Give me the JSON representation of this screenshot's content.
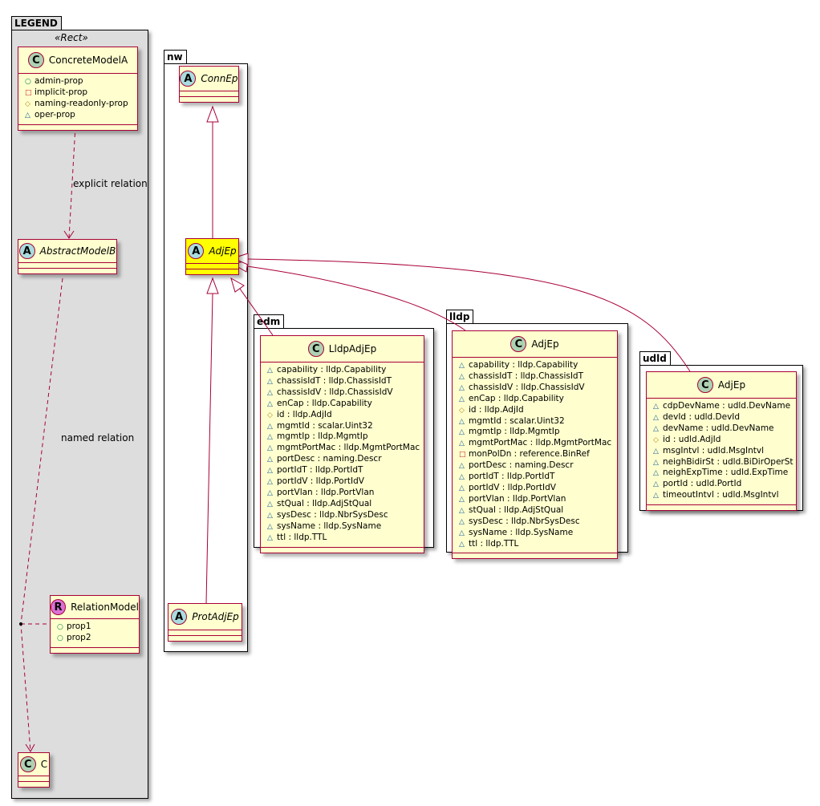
{
  "colors": {
    "border": "#a80036",
    "class_fill": "#fefece",
    "highlight": "#ffff00",
    "legend_bg": "#dddddd",
    "class_icon": "#add1b2",
    "abstract_icon": "#a9dcdf",
    "relation_icon": "#da70d6",
    "vis_oper": "#1963a0",
    "vis_naming": "#b38d22",
    "vis_implicit": "#c82930",
    "vis_admin": "#038048"
  },
  "visibility_icons": {
    "admin": "○",
    "implicit": "□",
    "naming": "◇",
    "oper": "△"
  },
  "legend": {
    "title": "LEGEND",
    "stereotype": "«Rect»",
    "explicit_relation": "explicit relation",
    "named_relation": "named relation",
    "concrete": {
      "icon": "C",
      "name": "ConcreteModelA",
      "members": [
        {
          "vis": "admin",
          "text": "admin-prop"
        },
        {
          "vis": "implicit",
          "text": "implicit-prop"
        },
        {
          "vis": "naming",
          "text": "naming-readonly-prop"
        },
        {
          "vis": "oper",
          "text": "oper-prop"
        }
      ]
    },
    "abstract": {
      "icon": "A",
      "name": "AbstractModelB",
      "members": []
    },
    "relation": {
      "icon": "R",
      "name": "RelationModel",
      "members": [
        {
          "vis": "admin",
          "text": "prop1"
        },
        {
          "vis": "admin",
          "text": "prop2"
        }
      ]
    },
    "c": {
      "icon": "C",
      "name": "C",
      "members": []
    }
  },
  "packages": {
    "nw": {
      "title": "nw",
      "connep": {
        "icon": "A",
        "name": "ConnEp",
        "members": []
      },
      "adjep": {
        "icon": "A",
        "name": "AdjEp",
        "members": []
      },
      "protadjep": {
        "icon": "A",
        "name": "ProtAdjEp",
        "members": []
      }
    },
    "edm": {
      "title": "edm",
      "cls": {
        "icon": "C",
        "name": "LldpAdjEp",
        "members": [
          {
            "vis": "oper",
            "text": "capability : lldp.Capability"
          },
          {
            "vis": "oper",
            "text": "chassisIdT : lldp.ChassisIdT"
          },
          {
            "vis": "oper",
            "text": "chassisIdV : lldp.ChassisIdV"
          },
          {
            "vis": "oper",
            "text": "enCap : lldp.Capability"
          },
          {
            "vis": "naming",
            "text": "id : lldp.AdjId"
          },
          {
            "vis": "oper",
            "text": "mgmtId : scalar.Uint32"
          },
          {
            "vis": "oper",
            "text": "mgmtIp : lldp.MgmtIp"
          },
          {
            "vis": "oper",
            "text": "mgmtPortMac : lldp.MgmtPortMac"
          },
          {
            "vis": "oper",
            "text": "portDesc : naming.Descr"
          },
          {
            "vis": "oper",
            "text": "portIdT : lldp.PortIdT"
          },
          {
            "vis": "oper",
            "text": "portIdV : lldp.PortIdV"
          },
          {
            "vis": "oper",
            "text": "portVlan : lldp.PortVlan"
          },
          {
            "vis": "oper",
            "text": "stQual : lldp.AdjStQual"
          },
          {
            "vis": "oper",
            "text": "sysDesc : lldp.NbrSysDesc"
          },
          {
            "vis": "oper",
            "text": "sysName : lldp.SysName"
          },
          {
            "vis": "oper",
            "text": "ttl : lldp.TTL"
          }
        ]
      }
    },
    "lldp": {
      "title": "lldp",
      "cls": {
        "icon": "C",
        "name": "AdjEp",
        "members": [
          {
            "vis": "oper",
            "text": "capability : lldp.Capability"
          },
          {
            "vis": "oper",
            "text": "chassisIdT : lldp.ChassisIdT"
          },
          {
            "vis": "oper",
            "text": "chassisIdV : lldp.ChassisIdV"
          },
          {
            "vis": "oper",
            "text": "enCap : lldp.Capability"
          },
          {
            "vis": "naming",
            "text": "id : lldp.AdjId"
          },
          {
            "vis": "oper",
            "text": "mgmtId : scalar.Uint32"
          },
          {
            "vis": "oper",
            "text": "mgmtIp : lldp.MgmtIp"
          },
          {
            "vis": "oper",
            "text": "mgmtPortMac : lldp.MgmtPortMac"
          },
          {
            "vis": "implicit",
            "text": "monPolDn : reference.BinRef"
          },
          {
            "vis": "oper",
            "text": "portDesc : naming.Descr"
          },
          {
            "vis": "oper",
            "text": "portIdT : lldp.PortIdT"
          },
          {
            "vis": "oper",
            "text": "portIdV : lldp.PortIdV"
          },
          {
            "vis": "oper",
            "text": "portVlan : lldp.PortVlan"
          },
          {
            "vis": "oper",
            "text": "stQual : lldp.AdjStQual"
          },
          {
            "vis": "oper",
            "text": "sysDesc : lldp.NbrSysDesc"
          },
          {
            "vis": "oper",
            "text": "sysName : lldp.SysName"
          },
          {
            "vis": "oper",
            "text": "ttl : lldp.TTL"
          }
        ]
      }
    },
    "udld": {
      "title": "udld",
      "cls": {
        "icon": "C",
        "name": "AdjEp",
        "members": [
          {
            "vis": "oper",
            "text": "cdpDevName : udld.DevName"
          },
          {
            "vis": "oper",
            "text": "devId : udld.DevId"
          },
          {
            "vis": "oper",
            "text": "devName : udld.DevName"
          },
          {
            "vis": "naming",
            "text": "id : udld.AdjId"
          },
          {
            "vis": "oper",
            "text": "msgIntvl : udld.MsgIntvl"
          },
          {
            "vis": "oper",
            "text": "neighBidirSt : udld.BiDirOperSt"
          },
          {
            "vis": "oper",
            "text": "neighExpTime : udld.ExpTime"
          },
          {
            "vis": "oper",
            "text": "portId : udld.PortId"
          },
          {
            "vis": "oper",
            "text": "timeoutIntvl : udld.MsgIntvl"
          }
        ]
      }
    }
  }
}
